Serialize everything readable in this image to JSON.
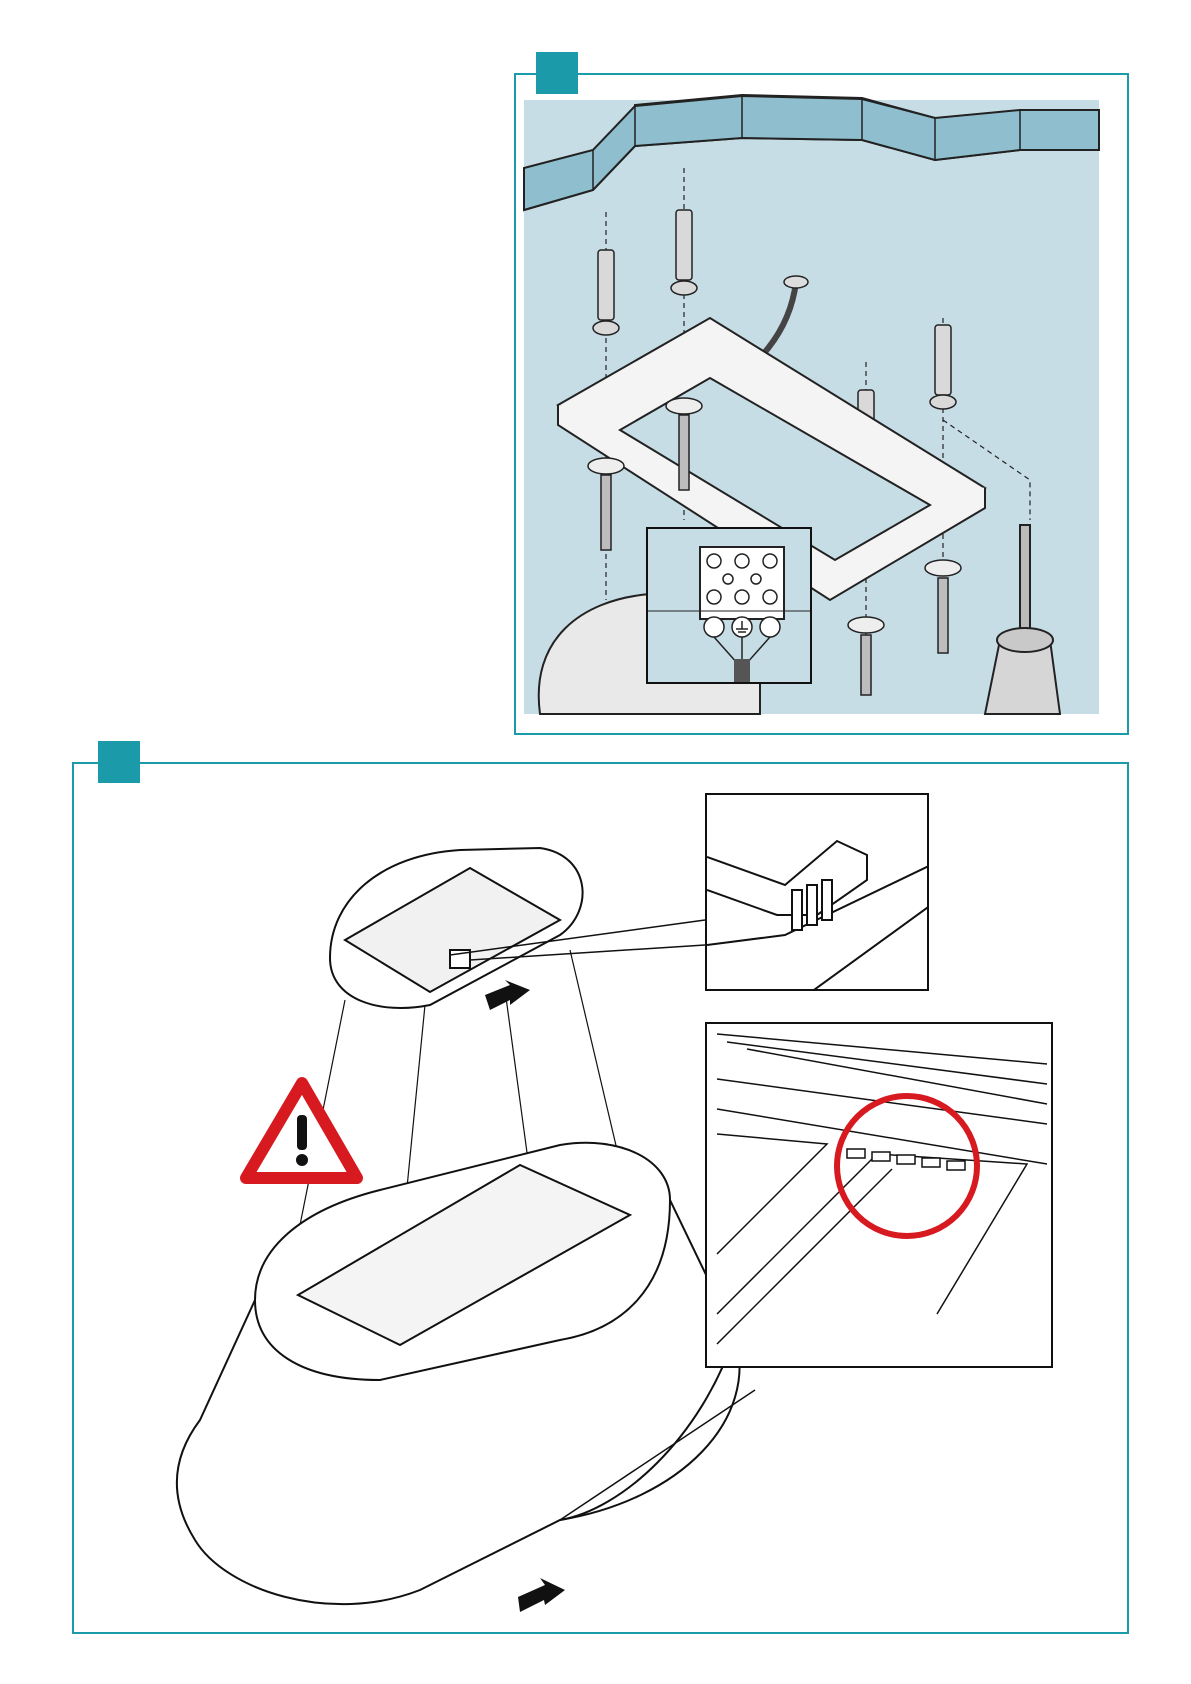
{
  "document": {
    "type": "installation-instructions-page",
    "steps": [
      {
        "panel": "wall-bracket-mounting",
        "badge_color": "#1b9aaa",
        "parts": [
          "ceiling-slab",
          "mounting-bracket",
          "wall-plug",
          "screw",
          "washer",
          "terminal-block",
          "power-cable",
          "drill"
        ]
      },
      {
        "panel": "hood-attachment",
        "badge_color": "#1b9aaa",
        "parts": [
          "hood-top-cap",
          "hood-body",
          "warning-sign",
          "detail-inset-connector",
          "detail-inset-clips",
          "push-arrow"
        ]
      }
    ],
    "colors": {
      "accent": "#1b9aaa",
      "ceiling": "#8fbfcf",
      "background_tint": "#c7dde6",
      "warning_red": "#d71920",
      "highlight_circle": "#d71920"
    },
    "icons": [
      "warning-triangle-icon",
      "arrow-icon",
      "earth-ground-icon"
    ]
  }
}
